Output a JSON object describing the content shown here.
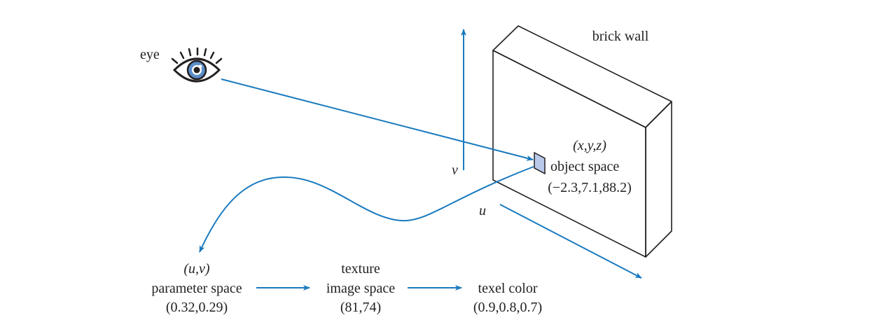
{
  "labels": {
    "eye": "eye",
    "brick_wall": "brick wall",
    "xyz": "(x,y,z)",
    "object_space": "object space",
    "object_coords": "(−2.3,7.1,88.2)",
    "v_axis": "v",
    "u_axis": "u",
    "uv": "(u,v)",
    "parameter_space": "parameter space",
    "parameter_coords": "(0.32,0.29)",
    "texture": "texture",
    "image_space": "image space",
    "image_coords": "(81,74)",
    "texel_color": "texel color",
    "texel_values": "(0.9,0.8,0.7)"
  },
  "colors": {
    "arrow": "#1a7abf",
    "line": "#231f20",
    "patch": "#b9c9ea",
    "iris": "#5b8ec9"
  }
}
